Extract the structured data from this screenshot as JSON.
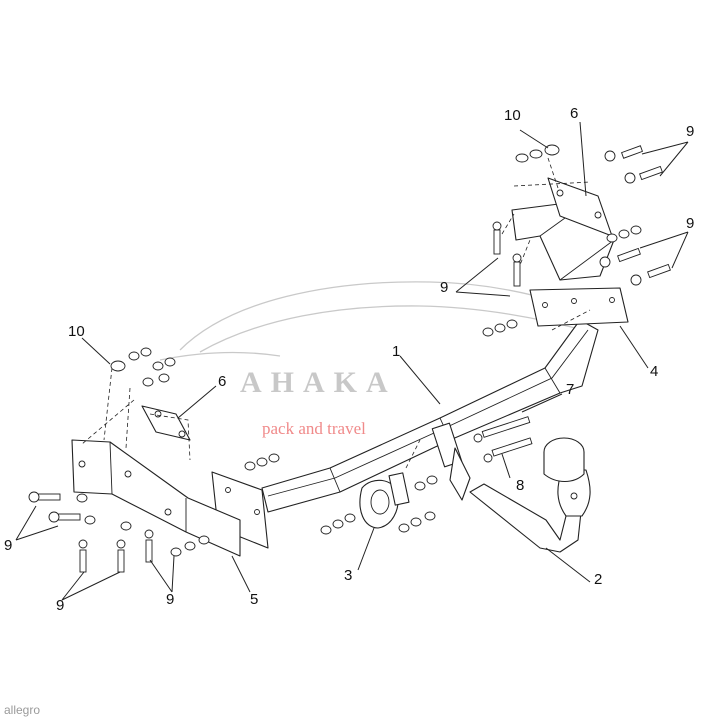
{
  "watermark": {
    "brand": "AHAKA",
    "slogan": "pack and travel",
    "logo_icon": "car-silhouette-logo"
  },
  "source_mark": "allegro",
  "callouts": {
    "part_1": "1",
    "part_2": "2",
    "part_3": "3",
    "part_4": "4",
    "part_5": "5",
    "part_6_right": "6",
    "part_6_left": "6",
    "part_7": "7",
    "part_8": "8",
    "part_9_top_right": "9",
    "part_9_mid_right": "9",
    "part_9_center": "9",
    "part_9_left": "9",
    "part_9_bottom_left": "9",
    "part_9_bottom_mid": "9",
    "part_10_right": "10",
    "part_10_left": "10"
  }
}
